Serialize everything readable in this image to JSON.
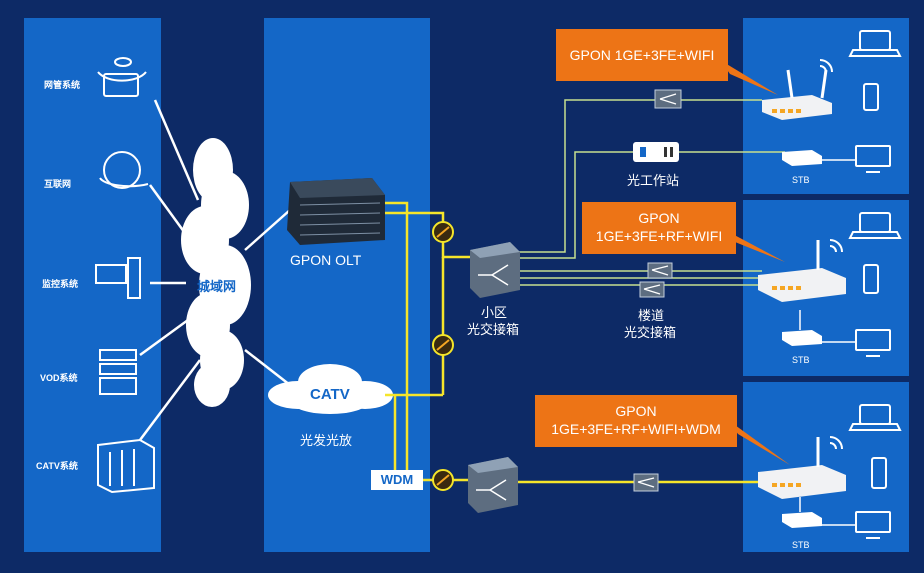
{
  "left_systems": [
    "网管系统",
    "互联网",
    "监控系统",
    "VOD系统",
    "CATV系统"
  ],
  "metro": "城域网",
  "olt": "GPON OLT",
  "catv": "CATV",
  "amp": "光发光放",
  "wdm": "WDM",
  "community_box": [
    "小区",
    "光交接箱"
  ],
  "floor_box": [
    "楼道",
    "光交接箱"
  ],
  "optical_station": "光工作站",
  "stb": "STB",
  "onu_types": [
    {
      "line1": "GPON 1GE+3FE+WIFI",
      "line2": ""
    },
    {
      "line1": "GPON",
      "line2": "1GE+3FE+RF+WIFI"
    },
    {
      "line1": "GPON",
      "line2": "1GE+3FE+RF+WIFI+WDM"
    }
  ],
  "colors": {
    "background": "#0d2a66",
    "panel": "#1467c7",
    "callout": "#ed7416",
    "fiber": "#f5e52a",
    "link": "#ffffff"
  }
}
